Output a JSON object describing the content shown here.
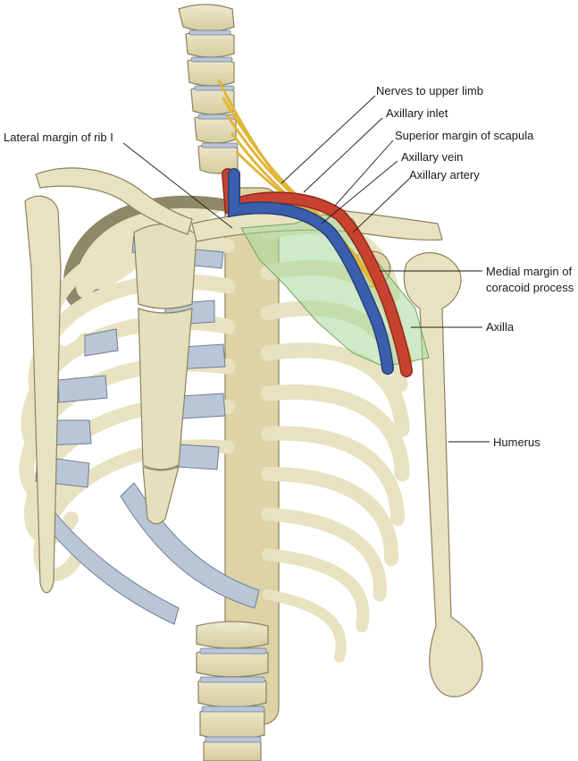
{
  "labels": {
    "nerves_to_upper_limb": "Nerves to upper limb",
    "axillary_inlet": "Axillary inlet",
    "lateral_margin_rib_1": "Lateral margin of rib I",
    "superior_margin_scapula": "Superior margin of scapula",
    "axillary_vein": "Axillary vein",
    "axillary_artery": "Axillary artery",
    "medial_margin_coracoid_line1": "Medial margin of",
    "medial_margin_coracoid_line2": "coracoid process",
    "axilla": "Axilla",
    "humerus": "Humerus"
  },
  "colors": {
    "bone": "#e9e2c0",
    "bone_shade": "#cfc597",
    "bone_outline": "#8a825e",
    "cartilage": "#b9c6d8",
    "artery": "#c8432f",
    "vein": "#3b5fae",
    "nerve": "#f0c64a",
    "axilla_region": "#a8d89a",
    "leader_line": "#1a1a1a"
  }
}
